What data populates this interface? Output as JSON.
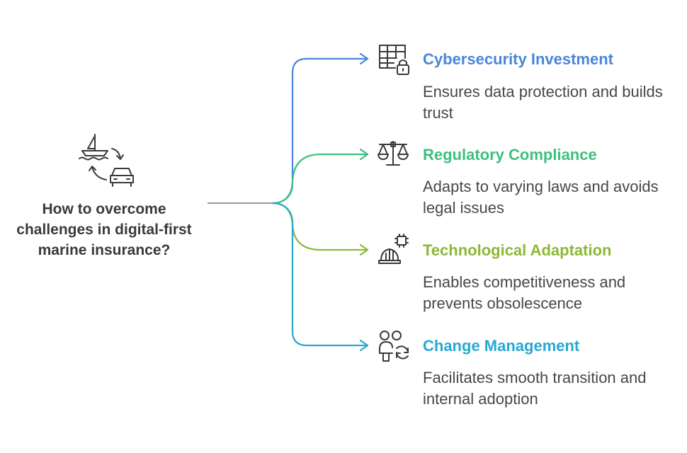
{
  "question": "How to overcome challenges in digital-first marine insurance?",
  "branches": [
    {
      "title": "Cybersecurity Investment",
      "description": "Ensures data protection and builds trust",
      "icon": "table-lock-icon",
      "color": "#4a86d9"
    },
    {
      "title": "Regulatory Compliance",
      "description": "Adapts to varying laws and avoids legal issues",
      "icon": "scales-icon",
      "color": "#3ec07e"
    },
    {
      "title": "Technological Adaptation",
      "description": "Enables competitiveness and prevents obsolescence",
      "icon": "hard-hat-chip-icon",
      "color": "#8db838"
    },
    {
      "title": "Change Management",
      "description": "Facilitates smooth transition and internal adoption",
      "icon": "people-refresh-icon",
      "color": "#2aa7cf"
    }
  ],
  "root_icon": "boat-car-exchange-icon",
  "stem_color": "#9e9e9e"
}
